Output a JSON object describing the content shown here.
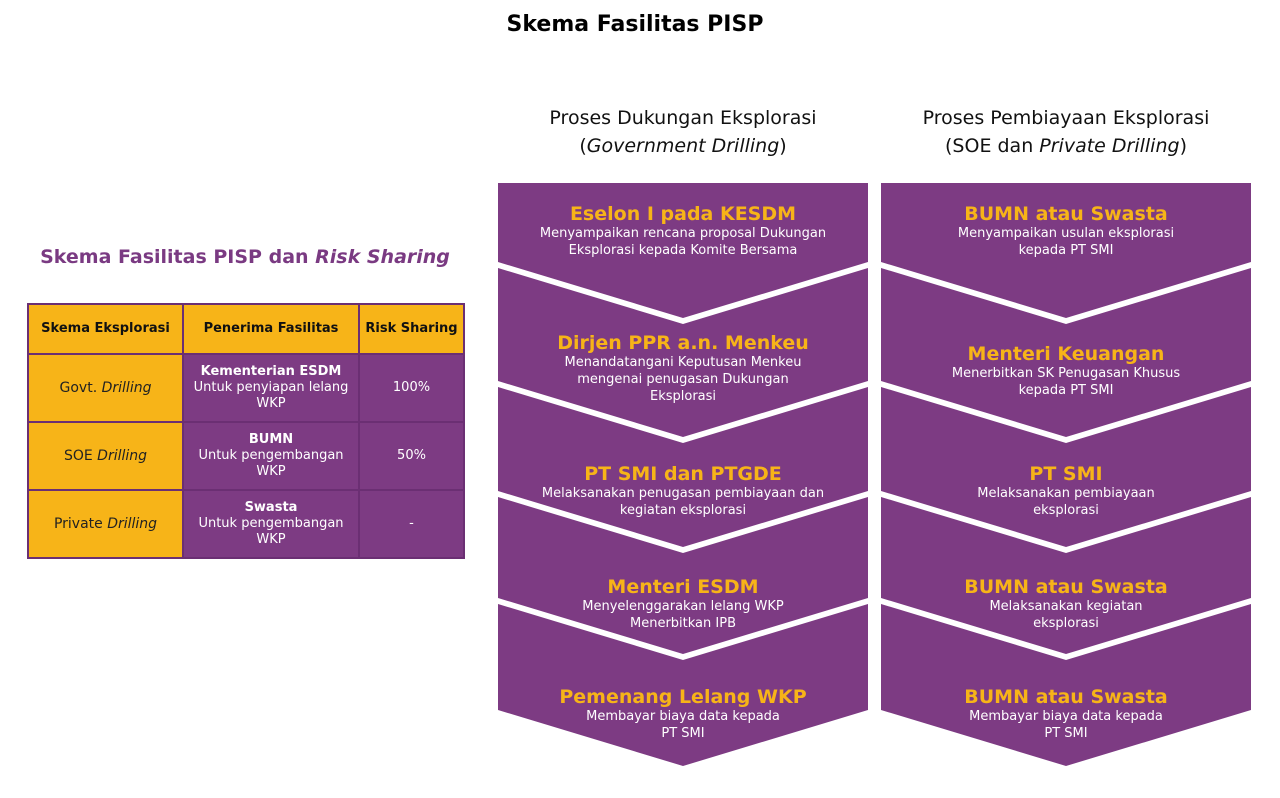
{
  "title": "Skema Fasilitas PISP",
  "left": {
    "title_main": "Skema Fasilitas PISP dan ",
    "title_italic": "Risk Sharing",
    "headers": [
      "Skema Eksplorasi",
      "Penerima Fasilitas",
      "Risk Sharing"
    ],
    "rows": [
      {
        "scheme_a": "Govt. ",
        "scheme_b": "Drilling",
        "recipient": "Kementerian ESDM",
        "purpose": "Untuk penyiapan lelang WKP",
        "share": "100%"
      },
      {
        "scheme_a": "SOE ",
        "scheme_b": "Drilling",
        "recipient": "BUMN",
        "purpose": "Untuk pengembangan WKP",
        "share": "50%"
      },
      {
        "scheme_a": "Private ",
        "scheme_b": "Drilling",
        "recipient": "Swasta",
        "purpose": "Untuk pengembangan WKP",
        "share": "-"
      }
    ]
  },
  "col1": {
    "head1": "Proses Dukungan Eksplorasi",
    "head2_a": "(",
    "head2_b": "Government Drilling",
    "head2_c": ")",
    "steps": [
      {
        "heading": "Eselon I pada KESDM",
        "desc": "Menyampaikan rencana proposal Dukungan\nEksplorasi kepada Komite Bersama"
      },
      {
        "heading": "Dirjen PPR a.n. Menkeu",
        "desc": "Menandatangani Keputusan Menkeu\nmengenai penugasan Dukungan\nEksplorasi"
      },
      {
        "heading": "PT SMI dan PTGDE",
        "desc": "Melaksanakan penugasan pembiayaan dan\nkegiatan eksplorasi"
      },
      {
        "heading": "Menteri ESDM",
        "desc": "Menyelenggarakan lelang WKP\nMenerbitkan IPB"
      },
      {
        "heading": "Pemenang Lelang WKP",
        "desc": "Membayar biaya data kepada\nPT SMI"
      }
    ]
  },
  "col2": {
    "head1": "Proses Pembiayaan Eksplorasi",
    "head2_a": "(SOE dan ",
    "head2_b": "Private Drilling",
    "head2_c": ")",
    "steps": [
      {
        "heading": "BUMN atau Swasta",
        "desc": "Menyampaikan usulan eksplorasi\nkepada PT SMI"
      },
      {
        "heading": "Menteri Keuangan",
        "desc": "Menerbitkan SK Penugasan Khusus\nkepada PT SMI"
      },
      {
        "heading": "PT SMI",
        "desc": "Melaksanakan pembiayaan\neksplorasi"
      },
      {
        "heading": "BUMN atau Swasta",
        "desc": "Melaksanakan kegiatan\neksplorasi"
      },
      {
        "heading": "BUMN atau Swasta",
        "desc": "Membayar biaya data kepada\nPT SMI"
      }
    ]
  },
  "colors": {
    "purple": "#7d3b83",
    "gold": "#f7b418",
    "title_purple": "#7a3a82"
  }
}
